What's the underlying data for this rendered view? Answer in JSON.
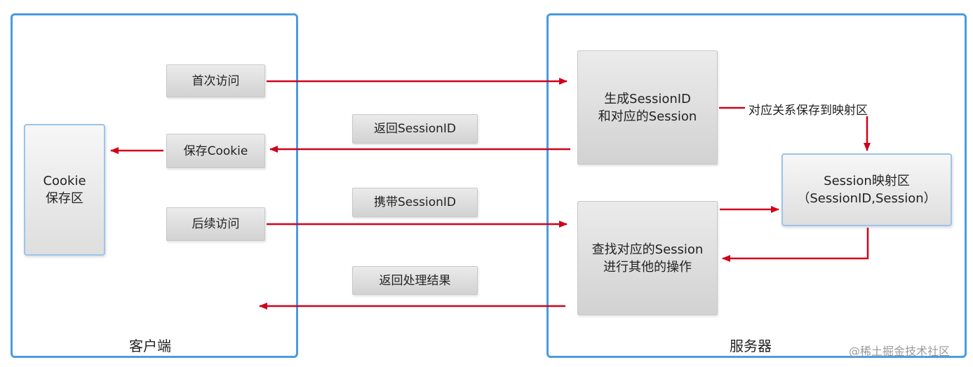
{
  "client": {
    "title": "客户端",
    "cookie_store": [
      "Cookie",
      "保存区"
    ],
    "first_visit": "首次访问",
    "save_cookie": "保存Cookie",
    "later_visit": "后续访问"
  },
  "server": {
    "title": "服务器",
    "generate": [
      "生成SessionID",
      "和对应的Session"
    ],
    "lookup": [
      "查找对应的Session",
      "进行其他的操作"
    ],
    "session_map": [
      "Session映射区",
      "（SessionID,Session）"
    ]
  },
  "messages": {
    "return_id": "返回SessionID",
    "carry_id": "携带SessionID",
    "return_result": "返回处理结果",
    "save_mapping": "对应关系保存到映射区"
  },
  "watermark": "@稀土掘金技术社区",
  "colors": {
    "panel_border": "#4a9be0",
    "arrow": "#d0021b"
  }
}
